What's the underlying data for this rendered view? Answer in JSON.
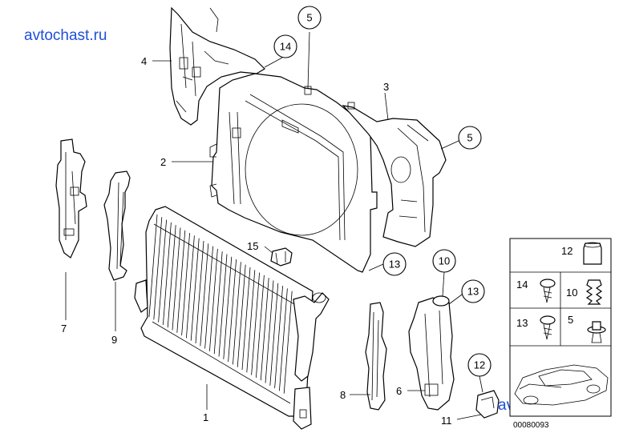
{
  "watermark": {
    "text": "avtochast.ru",
    "color": "#1e4fd8"
  },
  "diagram_code": "00080093",
  "callouts": {
    "p1": "1",
    "p2": "2",
    "p3": "3",
    "p4": "4",
    "p5a": "5",
    "p5b": "5",
    "p6": "6",
    "p7": "7",
    "p8": "8",
    "p9": "9",
    "p10": "10",
    "p11": "11",
    "p12": "12",
    "p13a": "13",
    "p13b": "13",
    "p14": "14",
    "p15": "15"
  },
  "legend": {
    "c12": "12",
    "c14": "14",
    "c10": "10",
    "c13": "13",
    "c5": "5"
  }
}
